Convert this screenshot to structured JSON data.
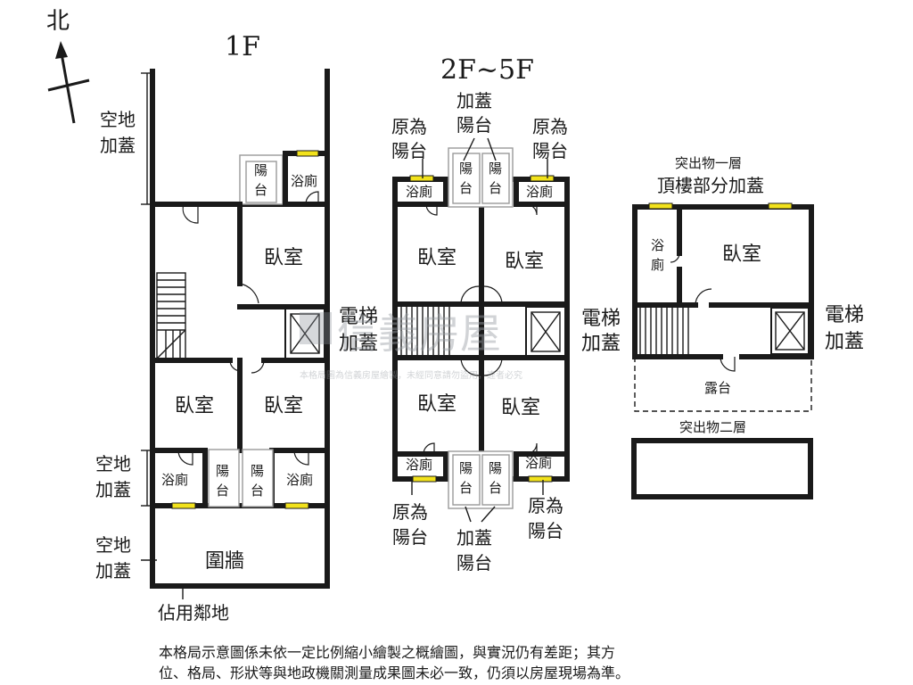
{
  "north": {
    "label": "北"
  },
  "floors": {
    "f1": {
      "title": "1F",
      "labels": {
        "open_addon_top": [
          "空地",
          "加蓋"
        ],
        "balcony_top": [
          "陽",
          "台"
        ],
        "bath_top": "浴廁",
        "bedroom_top": "臥室",
        "bedroom_left": "臥室",
        "bedroom_right": "臥室",
        "bath_bl": "浴廁",
        "balcony_bl": [
          "陽",
          "台"
        ],
        "balcony_br": [
          "陽",
          "台"
        ],
        "bath_br": "浴廁",
        "open_addon_mid": [
          "空地",
          "加蓋"
        ],
        "open_addon_bottom": [
          "空地",
          "加蓋"
        ],
        "wall_enclosure": "圍牆",
        "occupied_land": "佔用鄰地"
      }
    },
    "f2": {
      "title": "2F~5F",
      "labels": {
        "addon_balcony_top": [
          "加蓋",
          "陽台"
        ],
        "orig_balcony_tl": [
          "原為",
          "陽台"
        ],
        "orig_balcony_tr": [
          "原為",
          "陽台"
        ],
        "bath_tl": "浴廁",
        "balcony_t1": [
          "陽",
          "台"
        ],
        "balcony_t2": [
          "陽",
          "台"
        ],
        "bath_tr": "浴廁",
        "bed_tl": "臥室",
        "bed_tr": "臥室",
        "elevator_addon": [
          "電梯",
          "加蓋"
        ],
        "bed_bl": "臥室",
        "bed_br": "臥室",
        "bath_bl": "浴廁",
        "balcony_b1": [
          "陽",
          "台"
        ],
        "balcony_b2": [
          "陽",
          "台"
        ],
        "bath_br": "浴廁",
        "orig_balcony_bl": [
          "原為",
          "陽台"
        ],
        "orig_balcony_br": [
          "原為",
          "陽台"
        ],
        "addon_balcony_bottom": [
          "加蓋",
          "陽台"
        ]
      }
    },
    "roof": {
      "labels": {
        "protrusion_1": "突出物一層",
        "roof_addon": "頂樓部分加蓋",
        "bath": [
          "浴",
          "廁"
        ],
        "bedroom": "臥室",
        "elevator_addon": [
          "電梯",
          "加蓋"
        ],
        "terrace": "露台",
        "protrusion_2": "突出物二層"
      }
    }
  },
  "elevator_addon_1f": [
    "電梯",
    "加蓋"
  ],
  "watermark": {
    "brand": "信義房屋",
    "notice": "本格局圖為信義房屋繪製，未經同意請勿盜用，違者必究"
  },
  "disclaimer": [
    "本格局示意圖係未依一定比例縮小繪製之概繪圖，與實況仍有差距；其方",
    "位、格局、形狀等與地政機關測量成果圖未必一致，仍須以房屋現場為準。"
  ]
}
